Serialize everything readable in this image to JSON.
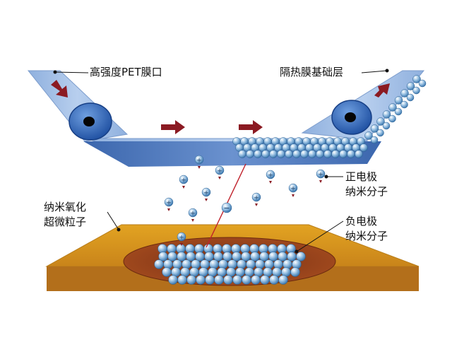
{
  "labels": {
    "pet_inlet": "高强度PET膜口",
    "film_base": "隔热膜基础层",
    "positive": [
      "正电极",
      "纳米分子"
    ],
    "negative": [
      "负电极",
      "纳米分子"
    ],
    "oxide": [
      "纳米氧化",
      "超微粒子"
    ]
  },
  "ion_signs": {
    "positive": "+",
    "negative": "−"
  },
  "colors": {
    "belt_light": "#a9c3e6",
    "belt_dark": "#2f5aa3",
    "arrow": "#8b1a22",
    "base_gold": "#d99a1b",
    "base_side": "#b3701b",
    "well": "#8a3b18",
    "particle": "#3d7fb7"
  }
}
